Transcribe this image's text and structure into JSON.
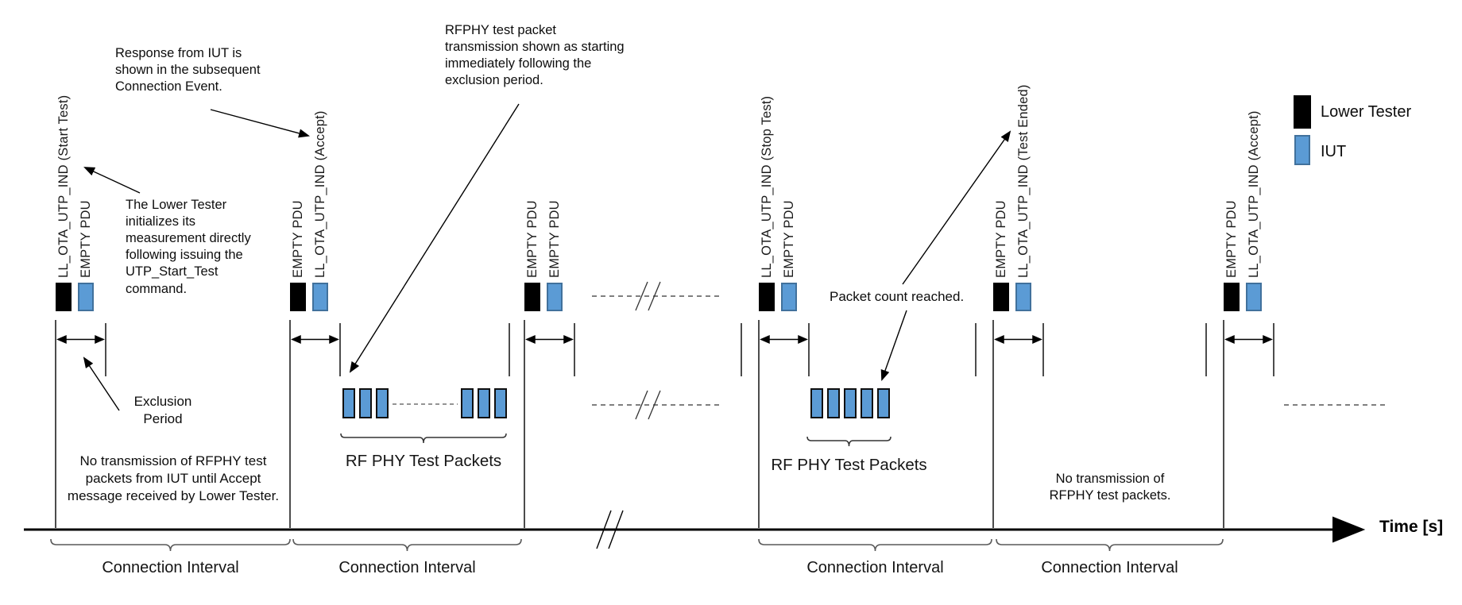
{
  "legend": {
    "items": [
      {
        "name": "lower-tester",
        "label": "Lower Tester",
        "color": "#000000"
      },
      {
        "name": "iut",
        "label": "IUT",
        "color": "#5B9BD5"
      }
    ]
  },
  "axis": {
    "label": "Time [s]"
  },
  "events": [
    {
      "black_label": "LL_OTA_UTP_IND (Start Test)",
      "blue_label": "EMPTY PDU"
    },
    {
      "black_label": "EMPTY PDU",
      "blue_label": "LL_OTA_UTP_IND (Accept)"
    },
    {
      "black_label": "EMPTY PDU",
      "blue_label": "EMPTY PDU"
    },
    {
      "black_label": "LL_OTA_UTP_IND (Stop Test)",
      "blue_label": "EMPTY PDU"
    },
    {
      "black_label": "EMPTY PDU",
      "blue_label": "LL_OTA_UTP_IND (Test Ended)"
    },
    {
      "black_label": "EMPTY PDU",
      "blue_label": "LL_OTA_UTP_IND (Accept)"
    }
  ],
  "intervals": {
    "labels": [
      "Connection Interval",
      "Connection Interval",
      "Connection Interval",
      "Connection Interval"
    ]
  },
  "packet_groups": [
    {
      "label": "RF PHY Test Packets",
      "packets_shown": 6
    },
    {
      "label": "RF PHY Test Packets",
      "packets_shown": 5
    }
  ],
  "annotations": {
    "response": "Response from IUT is shown in the subsequent Connection Event.",
    "lower_tester_init": "The Lower Tester initializes its measurement directly following issuing the UTP_Start_Test command.",
    "rfphy_transmission": "RFPHY test packet transmission shown as starting immediately following the exclusion period.",
    "exclusion_period": "Exclusion Period",
    "no_transmission_start": "No transmission of RFPHY test packets from IUT until Accept message received by Lower Tester.",
    "packet_count": "Packet count reached.",
    "no_transmission_end": "No transmission of RFPHY test packets."
  },
  "colors": {
    "lower_tester": "#000000",
    "iut_fill": "#5B9BD5",
    "iut_border": "#41719C"
  }
}
